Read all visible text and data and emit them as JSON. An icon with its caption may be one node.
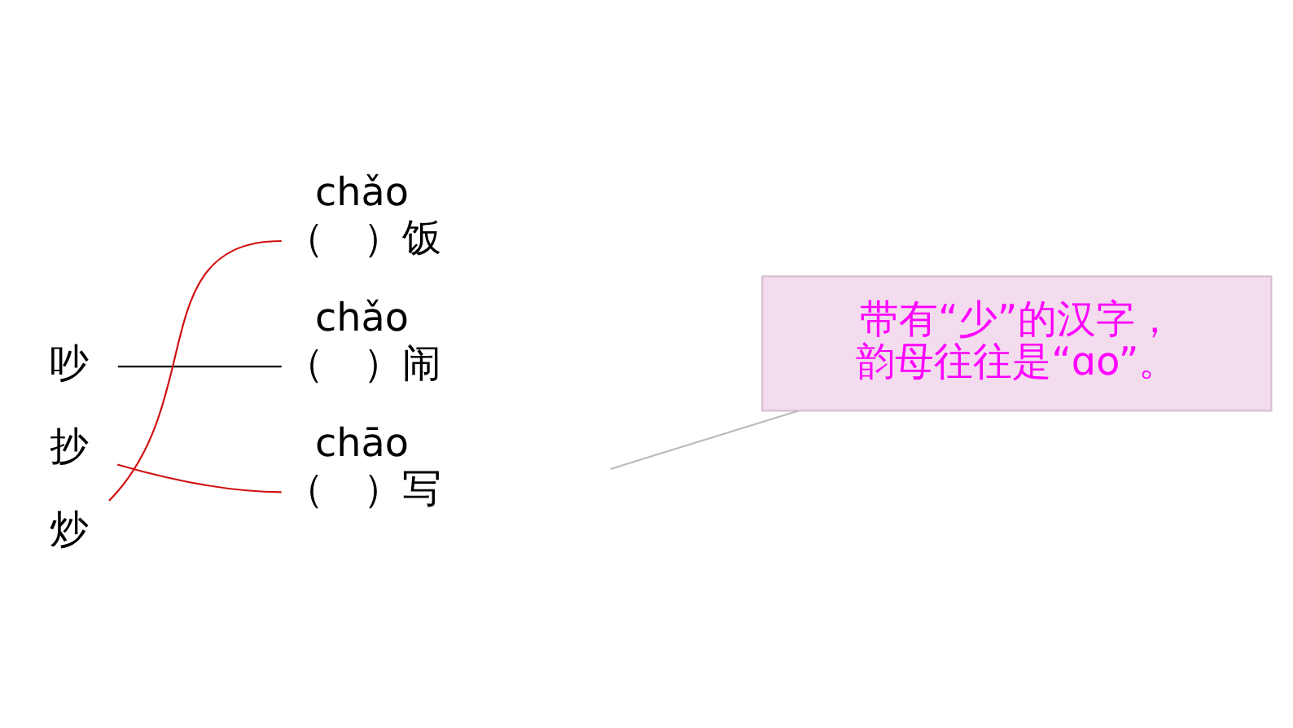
{
  "diagram": {
    "nodes": [
      {
        "text": [
          "吵"
        ]
      },
      {
        "text": [
          "抄"
        ]
      },
      {
        "text": [
          "炒"
        ]
      },
      {
        "text": [
          "chǎo",
          "（　）饭"
        ]
      },
      {
        "text": [
          "chǎo",
          "（　）闹"
        ]
      },
      {
        "text": [
          "chāo",
          "（　）写"
        ]
      },
      {
        "text": [
          "带有“少”的汉字，韵母往往是“ɑo”。"
        ]
      }
    ],
    "edges": [
      {
        "from": 0,
        "to": 4,
        "arrow": "none",
        "color": "#000000"
      },
      {
        "from": 1,
        "to": 5,
        "arrow": "none"
      },
      {
        "from": 2,
        "to": 3,
        "arrow": "none"
      },
      {
        "from": 6,
        "to": null,
        "arrow": "none",
        "color": "#bbbbbb"
      }
    ]
  }
}
